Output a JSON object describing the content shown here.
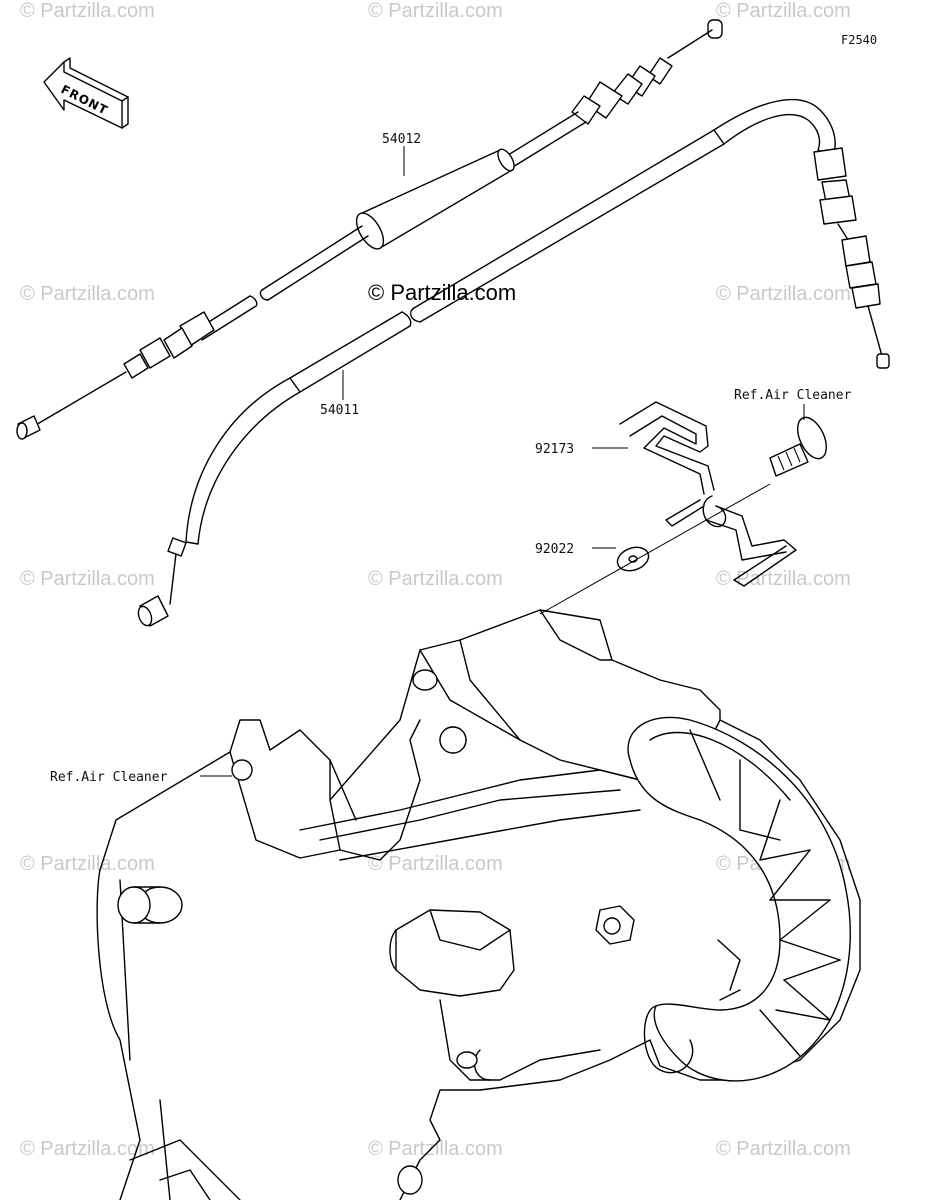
{
  "diagram": {
    "code": "F2540",
    "copyright": "© Partzilla.com",
    "watermark": "© Partzilla.com",
    "front_label": "FRONT",
    "parts": [
      {
        "number": "54012"
      },
      {
        "number": "54011"
      },
      {
        "number": "92173"
      },
      {
        "number": "92022"
      }
    ],
    "refs": [
      {
        "label": "Ref.Air Cleaner"
      },
      {
        "label": "Ref.Air Cleaner"
      }
    ]
  }
}
